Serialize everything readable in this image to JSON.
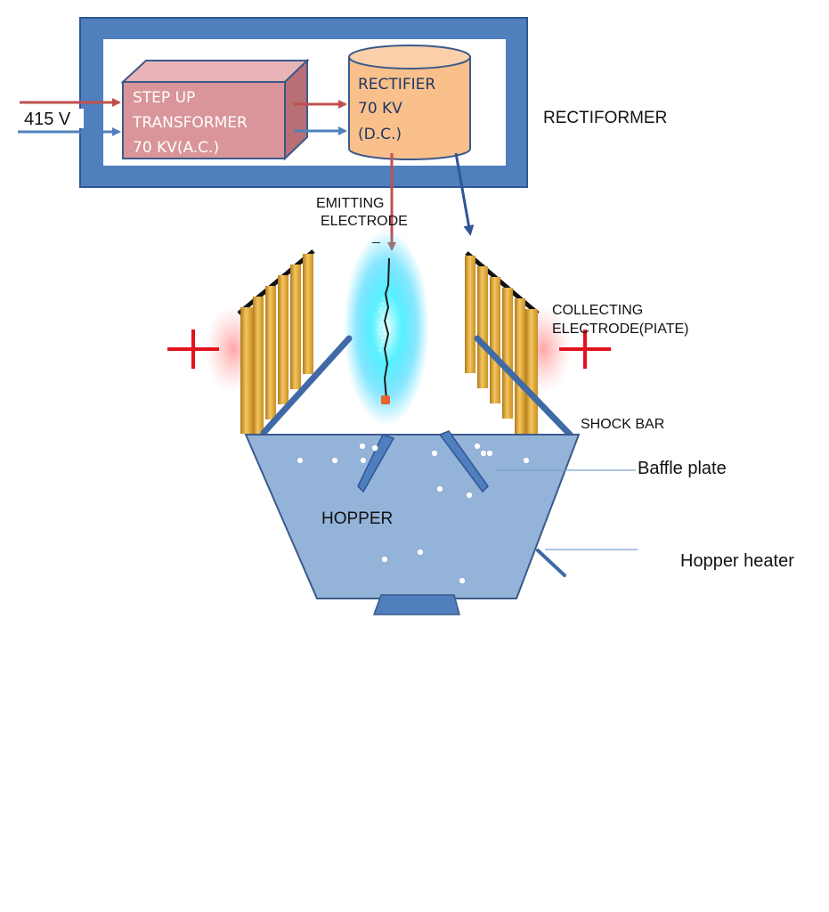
{
  "input": {
    "voltage": "415 V"
  },
  "transformer": {
    "line1": "STEP UP",
    "line2": "TRANSFORMER",
    "line3": "70 KV(A.C.)"
  },
  "rectifier": {
    "line1": "RECTIFIER",
    "line2": "70 KV",
    "line3": "(D.C.)"
  },
  "labels": {
    "rectiformer": "RECTIFORMER",
    "emitting_line1": "EMITTING",
    "emitting_line2": "ELECTRODE",
    "negative_sign": "_",
    "collecting_line1": "COLLECTING",
    "collecting_line2": "ELECTRODE(PIATE)",
    "shock_bar": "SHOCK BAR",
    "baffle_plate": "Baffle plate",
    "hopper": "HOPPER",
    "hopper_heater": "Hopper heater"
  },
  "colors": {
    "frame_blue": "#4f7fbd",
    "transformer_fill": "#d9959a",
    "rectifier_fill": "#f9c08c",
    "hopper_fill": "#94b3d9",
    "red_line": "#c0504d",
    "blue_line": "#4f81bd",
    "glow": "#29e6ff",
    "plate_gold": "#e3a93a",
    "plus_red": "#e0141e"
  }
}
